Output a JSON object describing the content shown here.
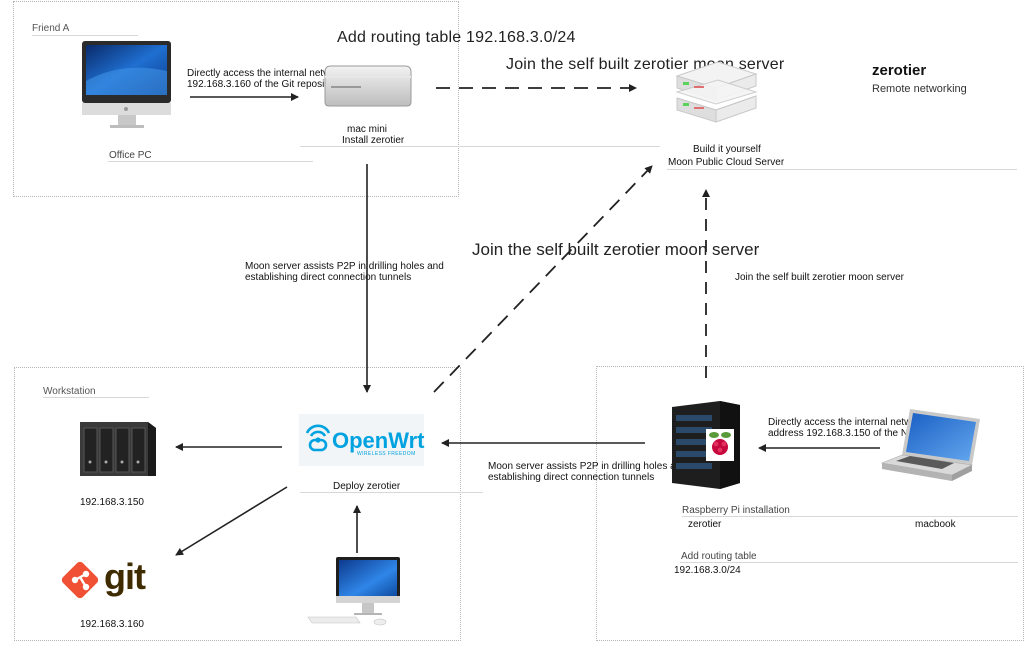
{
  "regions": {
    "friend_a": "Friend A",
    "workstation": "Workstation"
  },
  "top": {
    "routing_title": "Add routing table 192.168.3.0/24",
    "join_top": "Join the self built zerotier moon server",
    "brand": "zerotier",
    "brand_sub": "Remote networking",
    "office_pc": "Office PC",
    "direct_access_line1": "Directly access the internal network address",
    "direct_access_line2": "192.168.3.160 of the Git repository",
    "mac_mini": "mac mini",
    "install_zerotier": "Install zerotier",
    "build_it": "Build it yourself",
    "moon_cloud": "Moon Public Cloud Server"
  },
  "middle": {
    "p2p_left_line1": "Moon server assists P2P in drilling holes and",
    "p2p_left_line2": "establishing direct connection tunnels",
    "join_mid": "Join the self built zerotier moon server",
    "join_right_small": "Join the self built zerotier moon server"
  },
  "bottom": {
    "nas_ip": "192.168.3.150",
    "git_ip": "192.168.3.160",
    "git_text": "git",
    "openwrt_text": "OpenWrt",
    "openwrt_sub": "WIRELESS FREEDOM",
    "deploy_zerotier": "Deploy zerotier",
    "p2p_right_line1": "Moon server assists P2P in drilling holes and",
    "p2p_right_line2": "establishing direct connection tunnels",
    "nas_access_line1": "Directly access the internal network",
    "nas_access_line2": "address 192.168.3.150 of the NAS",
    "rpi_install": "Raspberry Pi installation",
    "rpi_zerotier": "zerotier",
    "macbook": "macbook",
    "add_routing": "Add routing table",
    "routing_ip": "192.168.3.0/24"
  },
  "colors": {
    "git_brand": "#f05033",
    "git_dark": "#3e2c00",
    "openwrt_blue": "#00a3e0",
    "arrow": "#222222",
    "region_border": "#b5b5b5"
  },
  "icons": [
    "imac-icon",
    "mac-mini-icon",
    "server-rack-icon",
    "nas-icon",
    "git-logo-icon",
    "openwrt-logo-icon",
    "raspberry-server-icon",
    "macbook-icon",
    "desktop-imac-icon"
  ]
}
